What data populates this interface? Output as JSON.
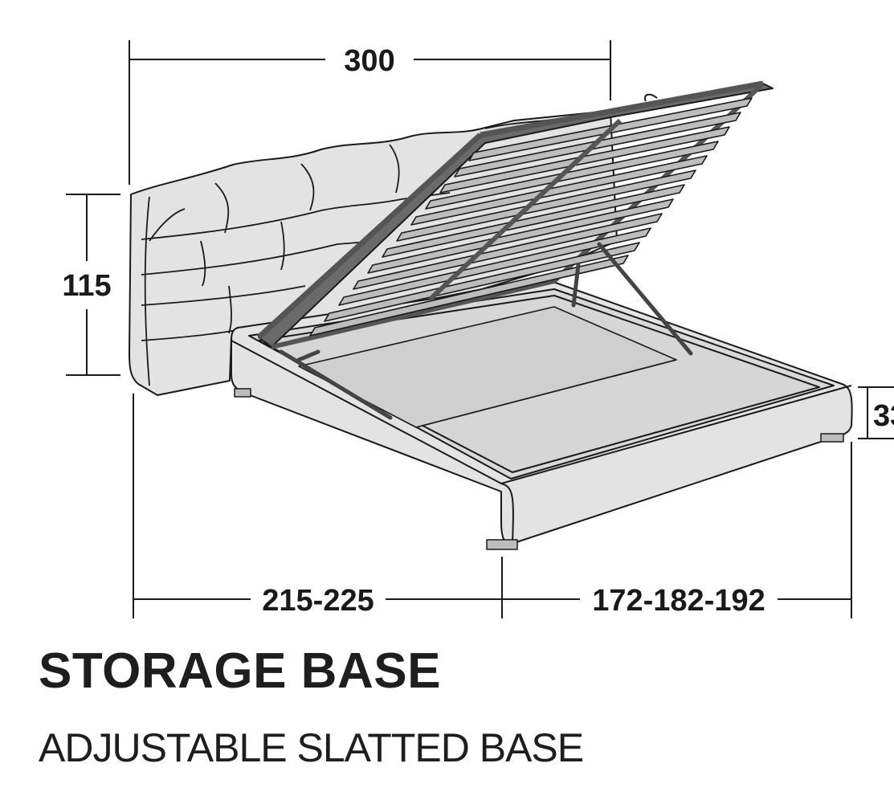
{
  "dimensions": {
    "width_total": "300",
    "headboard_height": "115",
    "base_height": "33",
    "length": "215-225",
    "width_options": "172-182-192"
  },
  "title": "STORAGE BASE",
  "subtitle": "ADJUSTABLE SLATTED BASE",
  "colors": {
    "line": "#1a1a1a",
    "upholstery": "#e3e3e3",
    "interior": "#d9d9d9",
    "frame": "#555555",
    "slat": "#bdbdbd"
  }
}
